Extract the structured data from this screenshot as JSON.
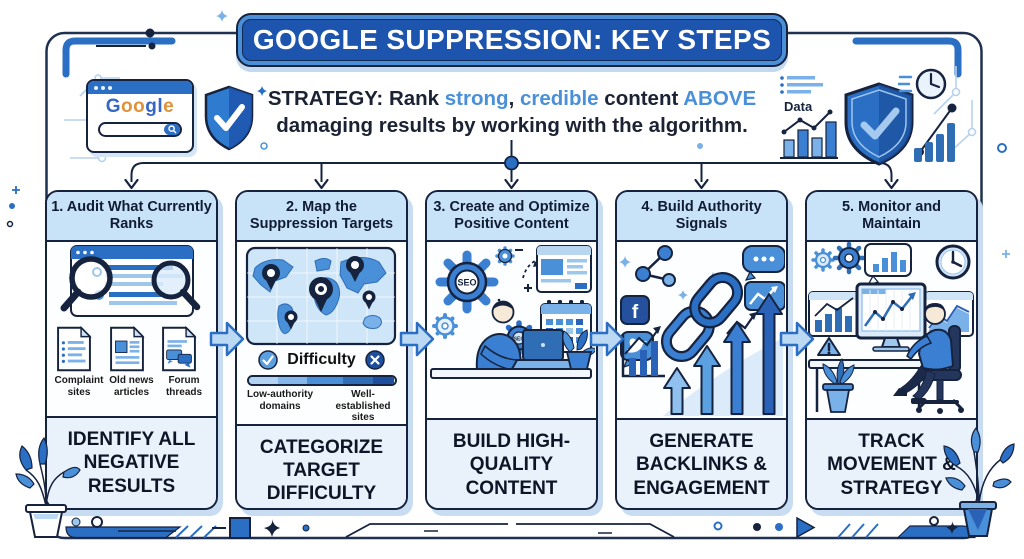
{
  "banner": {
    "title": "GOOGLE SUPPRESSION: KEY STEPS"
  },
  "strategy": {
    "parts": [
      "STRATEGY: Rank ",
      "strong",
      ", ",
      "credible",
      " content ",
      "ABOVE",
      "damaging results by working with the algorithm."
    ]
  },
  "header": {
    "google_letters": [
      "G",
      "o",
      "o",
      "g",
      "l",
      "e"
    ],
    "data_label": "Data"
  },
  "steps": [
    {
      "title": "1. Audit What Currently Ranks",
      "caption": "IDENTIFY ALL NEGATIVE RESULTS",
      "doc_labels": [
        "Complaint sites",
        "Old news articles",
        "Forum threads"
      ]
    },
    {
      "title": "2. Map the Suppression Targets",
      "caption": "CATEGORIZE TARGET DIFFICULTY",
      "difficulty": {
        "label": "Difficulty",
        "left_label": "Low-authority domains",
        "right_label": "Well-established sites"
      }
    },
    {
      "title": "3. Create and Optimize Positive Content",
      "caption": "BUILD HIGH-QUALITY CONTENT",
      "gear_label": "SEO"
    },
    {
      "title": "4. Build Authority Signals",
      "caption": "GENERATE BACKLINKS & ENGAGEMENT",
      "facebook_glyph": "f"
    },
    {
      "title": "5. Monitor and Maintain",
      "caption": "TRACK MOVEMENT & STRATEGY"
    }
  ],
  "colors": {
    "banner_fill": "#1d55ae",
    "banner_ring": "#4a8fd8",
    "outline_navy": "#16233f",
    "accent_blue": "#2a6fc4",
    "mid_blue": "#4a90d9",
    "light_blue": "#bcd9f3",
    "column_header_fill": "#c8e3f8",
    "column_footer_fill": "#e9f1fb",
    "highlight_text": "#4a90d9"
  }
}
